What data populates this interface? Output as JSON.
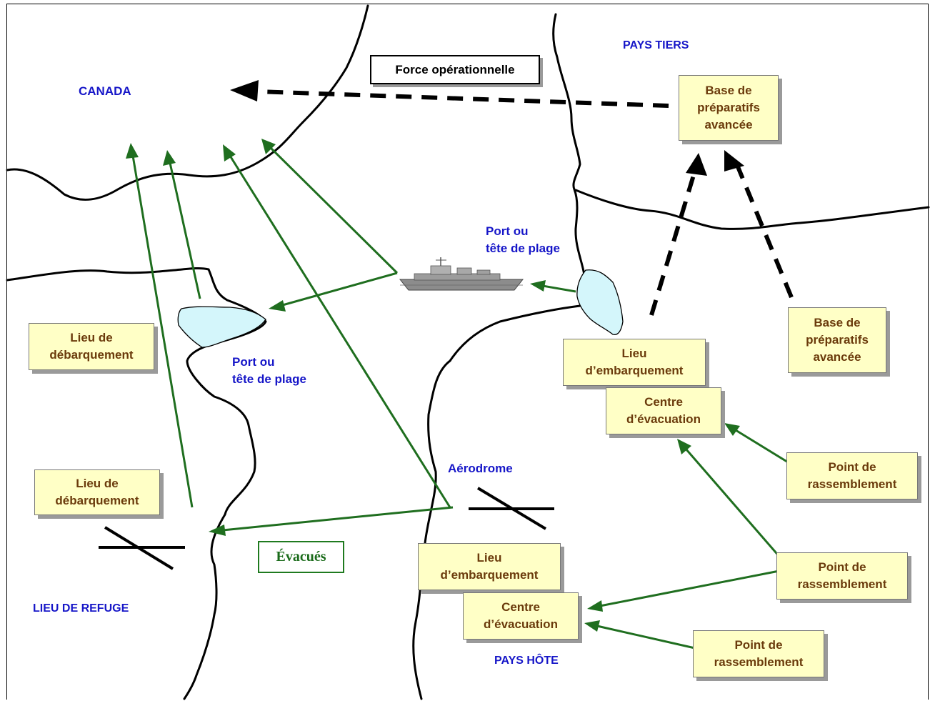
{
  "regions": {
    "canada": "CANADA",
    "pays_tiers": "PAYS TIERS",
    "lieu_refuge": "LIEU DE REFUGE",
    "pays_hote": "PAYS HÔTE"
  },
  "places": {
    "port_right": [
      "Port ou",
      "tête de plage"
    ],
    "port_left": [
      "Port ou",
      "tête de plage"
    ],
    "aerodrome": "Aérodrome"
  },
  "boxes": {
    "force": "Force opérationnelle",
    "evacues": "Évacués",
    "base_top": [
      "Base de",
      "préparatifs",
      "avancée"
    ],
    "base_right": [
      "Base de",
      "préparatifs",
      "avancée"
    ],
    "debarquement_1": [
      "Lieu de",
      "débarquement"
    ],
    "debarquement_2": [
      "Lieu de",
      "débarquement"
    ],
    "embarquement_1": [
      "Lieu",
      "d’embarquement"
    ],
    "embarquement_2": [
      "Lieu",
      "d’embarquement"
    ],
    "centre_1": [
      "Centre",
      "d’évacuation"
    ],
    "centre_2": [
      "Centre",
      "d’évacuation"
    ],
    "rassemblement_1": [
      "Point de",
      "rassemblement"
    ],
    "rassemblement_2": [
      "Point de",
      "rassemblement"
    ],
    "rassemblement_3": [
      "Point de",
      "rassemblement"
    ]
  },
  "colors": {
    "region_text": "#1616c8",
    "box_text": "#6b3b0c",
    "box_fill": "#ffffc6",
    "arrow_green": "#1f6e1f",
    "water": "#d4f6fb"
  },
  "icons": {
    "ship": "ship-icon",
    "airfield": "airfield-icon"
  }
}
